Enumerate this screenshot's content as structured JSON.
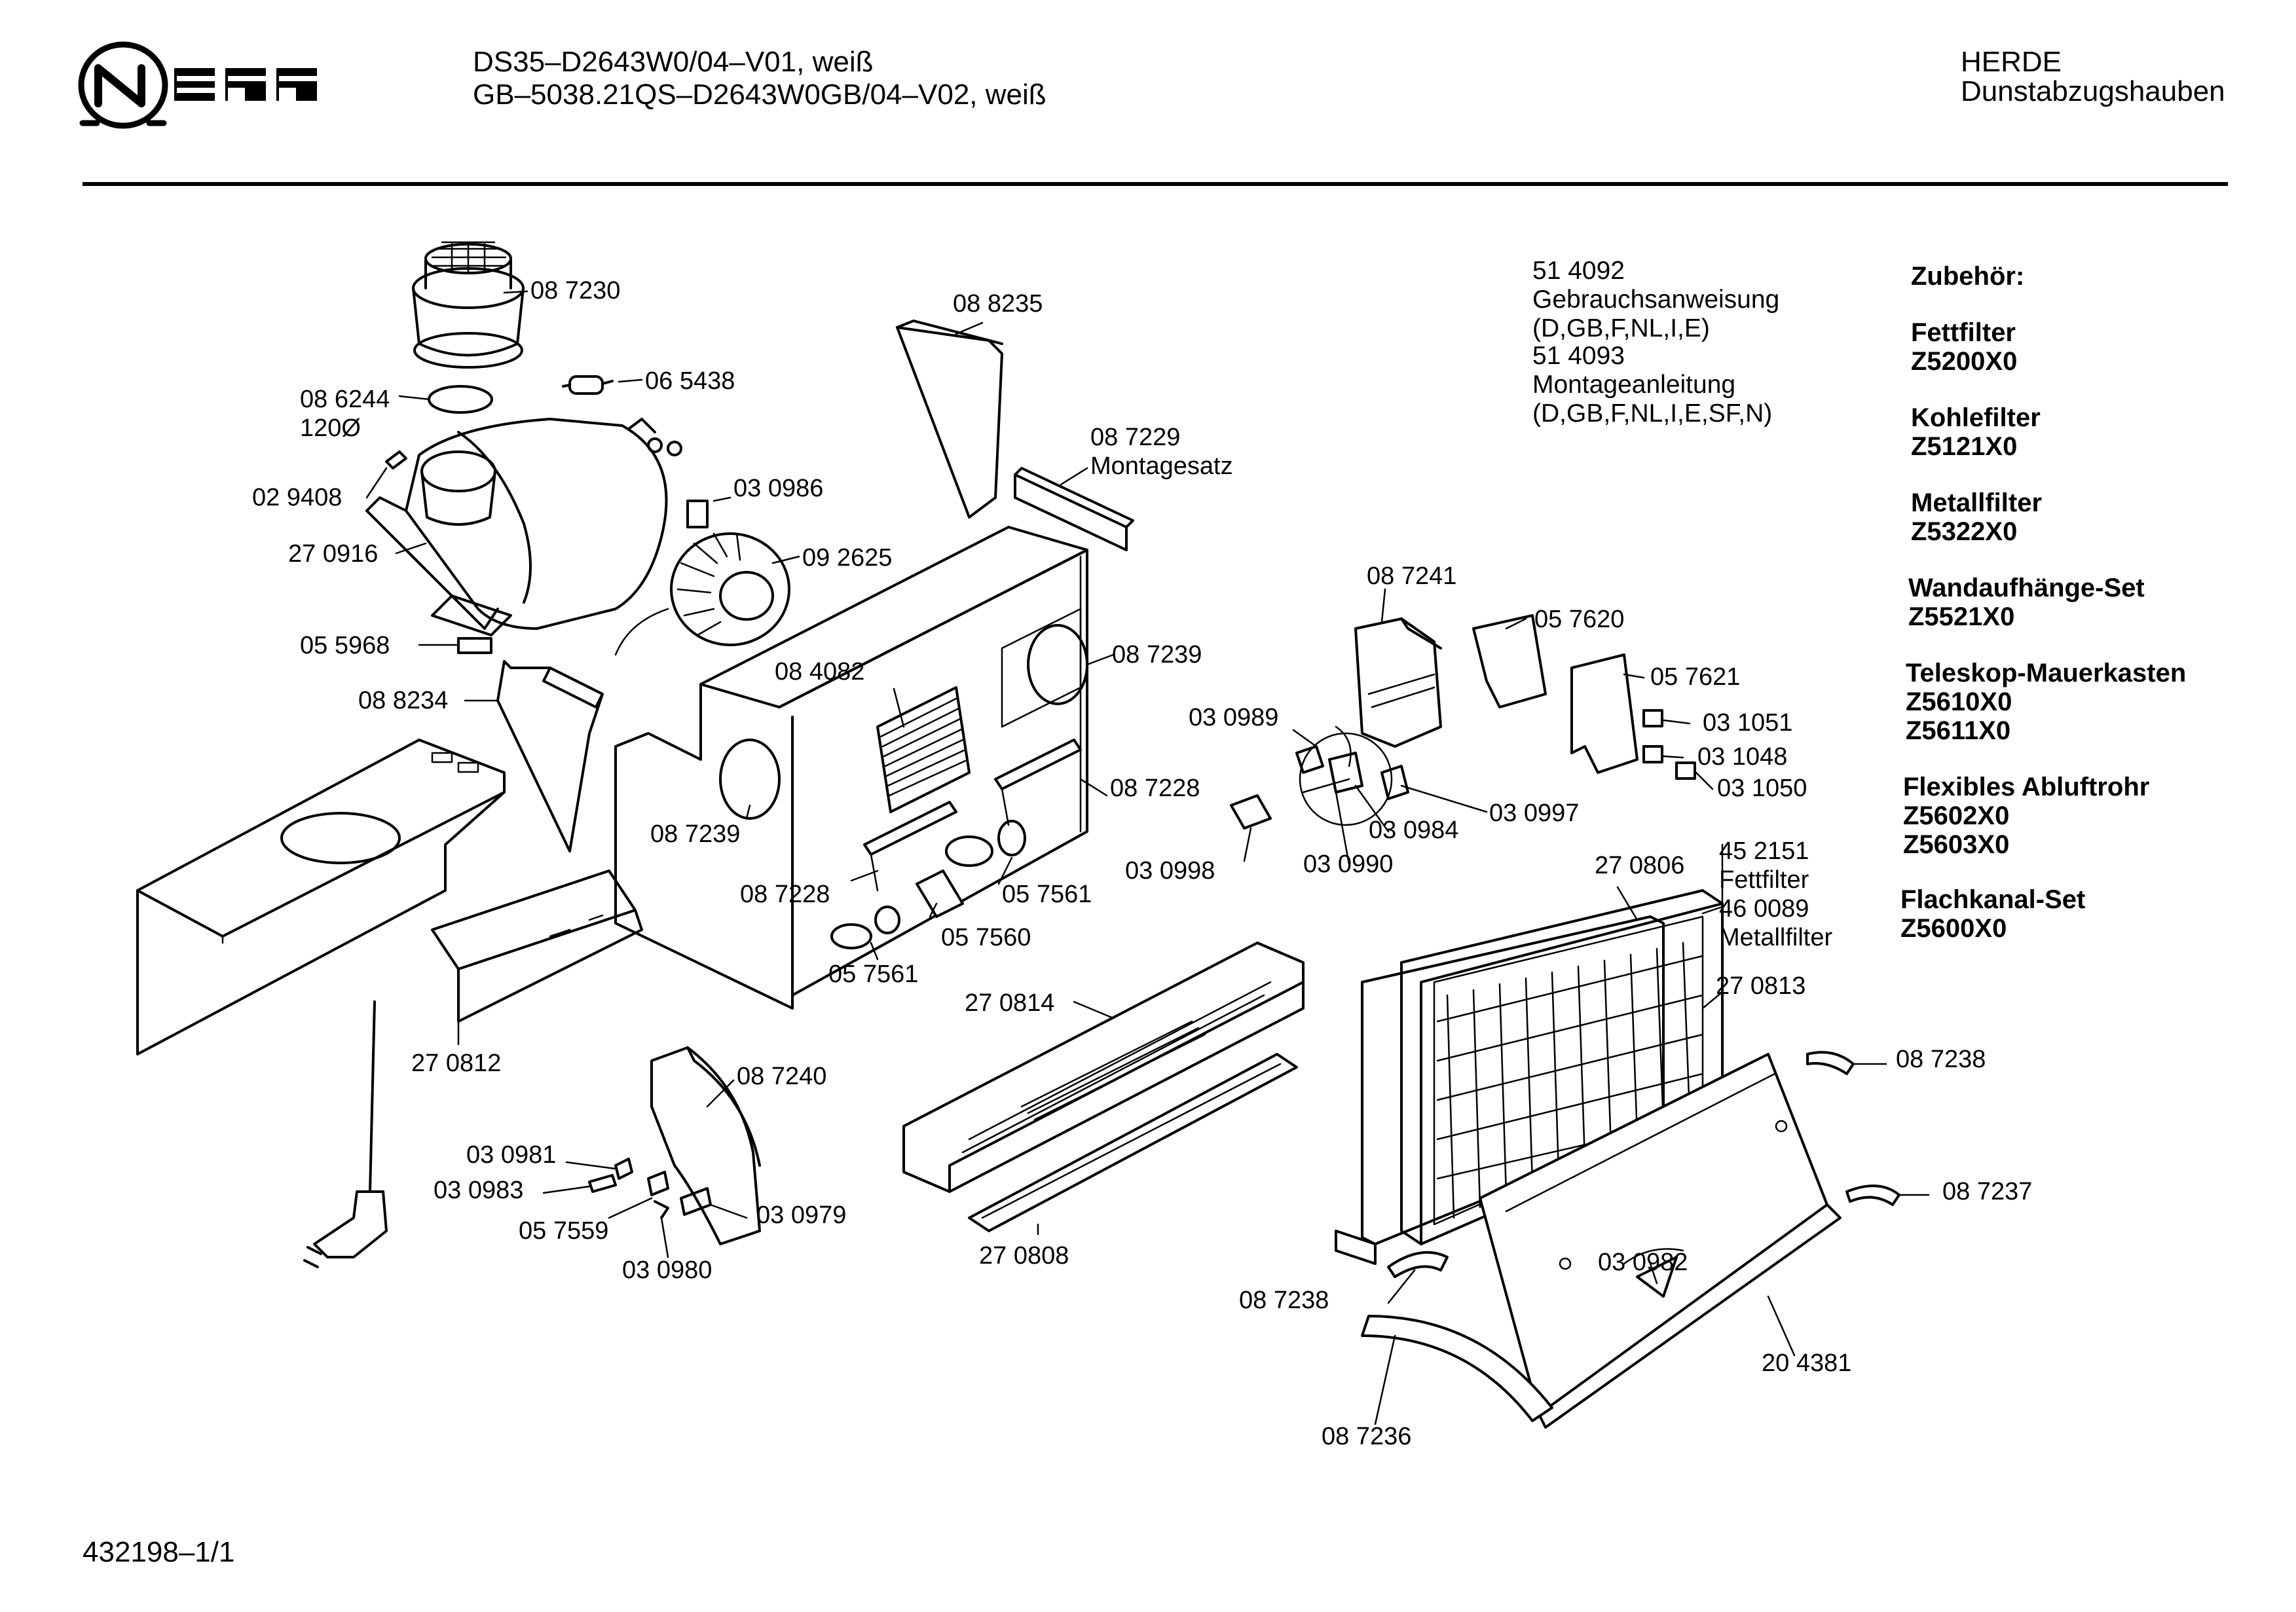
{
  "header": {
    "model_line_1": "DS35–D2643W0/04–V01, weiß",
    "model_line_2": "GB–5038.21QS–D2643W0GB/04–V02, weiß",
    "category_line_1": "HERDE",
    "category_line_2": "Dunstabzugshauben",
    "logo_text": "NEFF"
  },
  "documents": {
    "line_1": "51 4092",
    "line_2": "Gebrauchsanweisung",
    "line_3": "(D,GB,F,NL,I,E)",
    "line_4": "51 4093",
    "line_5": "Montageanleitung",
    "line_6": "(D,GB,F,NL,I,E,SF,N)"
  },
  "accessories": {
    "heading": "Zubehör:",
    "items": [
      {
        "name": "Fettfilter",
        "codes": [
          "Z5200X0"
        ]
      },
      {
        "name": "Kohlefilter",
        "codes": [
          "Z5121X0"
        ]
      },
      {
        "name": "Metallfilter",
        "codes": [
          "Z5322X0"
        ]
      },
      {
        "name": "Wandaufhänge-Set",
        "codes": [
          "Z5521X0"
        ]
      },
      {
        "name": "Teleskop-Mauerkasten",
        "codes": [
          "Z5610X0",
          "Z5611X0"
        ]
      },
      {
        "name": "Flexibles Abluftrohr",
        "codes": [
          "Z5602X0",
          "Z5603X0"
        ]
      },
      {
        "name": "Flachkanal-Set",
        "codes": [
          "Z5600X0"
        ]
      }
    ]
  },
  "parts": {
    "p087230": "08 7230",
    "p065438": "06 5438",
    "p086244": "08 6244",
    "p086244_note": "120Ø",
    "p029408": "02 9408",
    "p270916": "27 0916",
    "p055968": "05 5968",
    "p088234": "08 8234",
    "p088235": "08 8235",
    "p087229": "08 7229",
    "p087229_note": "Montagesatz",
    "p030986": "03 0986",
    "p092625": "09 2625",
    "p084082": "08 4082",
    "p087239_a": "08 7239",
    "p087239_b": "08 7239",
    "p087228_a": "08 7228",
    "p087228_b": "08 7228",
    "p057561_a": "05 7561",
    "p057561_b": "05 7561",
    "p057560": "05 7560",
    "p270812": "27 0812",
    "p270814": "27 0814",
    "p270808": "27 0808",
    "p087240": "08 7240",
    "p030981": "03 0981",
    "p030983": "03 0983",
    "p057559": "05 7559",
    "p030979": "03 0979",
    "p030980": "03 0980",
    "p087241": "08 7241",
    "p057620": "05 7620",
    "p057621": "05 7621",
    "p031051": "03 1051",
    "p031048": "03 1048",
    "p031050": "03 1050",
    "p030989": "03 0989",
    "p030984": "03 0984",
    "p030997": "03 0997",
    "p030998": "03 0998",
    "p030990": "03 0990",
    "p270806": "27 0806",
    "p452151": "45 2151",
    "p452151_note": "Fettfilter",
    "p460089": "46 0089",
    "p460089_note": "Metallfilter",
    "p270813": "27 0813",
    "p087238_a": "08 7238",
    "p087238_b": "08 7238",
    "p087237": "08 7237",
    "p030982": "03 0982",
    "p204381": "20 4381",
    "p087236": "08 7236"
  },
  "footer": {
    "page_ref": "432198–1/1"
  }
}
